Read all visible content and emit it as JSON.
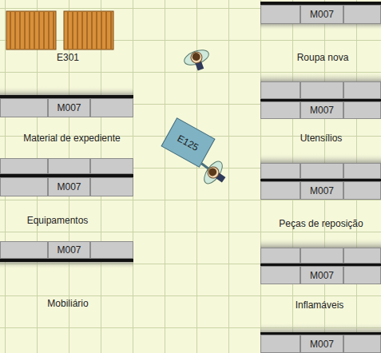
{
  "diagram": {
    "nodes": [
      {
        "text": [
          "M007"
        ]
      },
      {
        "text": [
          "M007"
        ]
      },
      {
        "text": [
          "M007"
        ]
      },
      {
        "text": [
          "E125"
        ]
      },
      {
        "text": [
          "M007"
        ]
      },
      {
        "text": [
          "M007"
        ]
      },
      {
        "text": [
          "M007"
        ]
      },
      {
        "text": [
          "M007"
        ]
      },
      {
        "text": [
          "M007"
        ]
      }
    ],
    "labels": [
      "E301",
      "Roupa nova",
      "Material de expediente",
      "Utensílios",
      "Equipamentos",
      "Peças de reposição",
      "Mobiliário",
      "Inflamáveis"
    ]
  }
}
